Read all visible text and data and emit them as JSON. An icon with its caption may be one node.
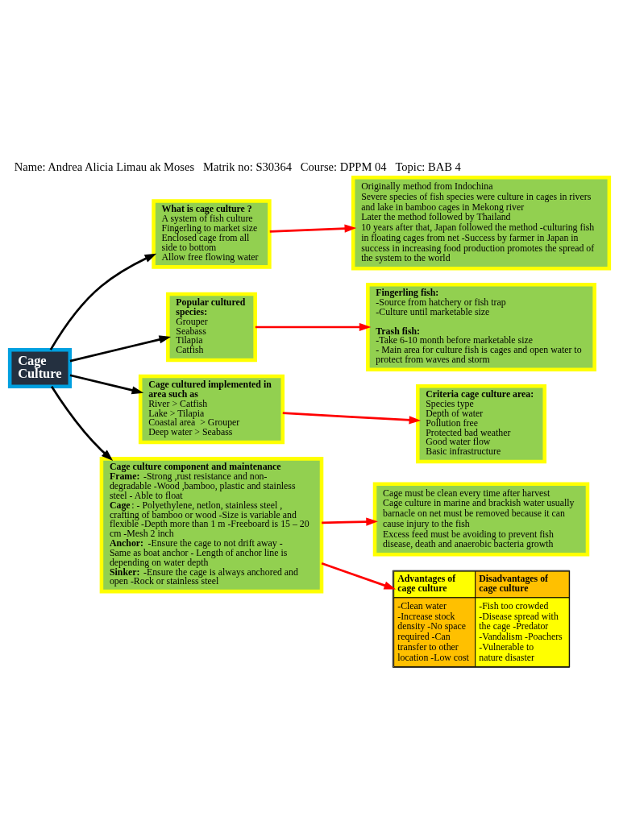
{
  "diagram": {
    "title": "Name: Andrea Alicia Limau ak Moses   Matrik no: S30364   Course: DPPM 04   Topic: BAB 4",
    "nodes": [
      {
        "text": [
          "Cage Culture"
        ]
      },
      {
        "text": [
          "What is cage culture ?",
          "A system of fish culture",
          "Fingerling to market size",
          "Enclosed cage from all side to bottom",
          "Allow free flowing water"
        ]
      },
      {
        "text": [
          "Originally method from Indochina",
          "Severe species of fish species were culture in cages in rivers and lake in bamboo cages in Mekong river",
          "Later the method followed by Thailand",
          "10 years after that, Japan followed the method -culturing fish in floating cages from net -Success by farmer in Japan in success in increasing food production promotes the spread of the system to the world"
        ]
      },
      {
        "text": [
          "Popular cultured species:",
          "Grouper",
          "Seabass",
          "Tilapia",
          "Catfish"
        ]
      },
      {
        "text": [
          "Fingerling fish:",
          "-Source from hatchery or fish trap",
          "-Culture until marketable size",
          "Trash fish:",
          "-Take 6-10 month before marketable size",
          "- Main area for culture fish is cages and open water to protect from waves and storm"
        ]
      },
      {
        "text": [
          "Cage cultured implemented in area such as",
          "River > Catfish",
          "Lake > Tilapia",
          "Coastal area  > Grouper",
          "Deep water > Seabass"
        ]
      },
      {
        "text": [
          "Criteria cage culture area:",
          "Species type",
          "Depth of water",
          "Pollution free",
          "Protected bad weather",
          "Good water flow",
          "Basic infrastructure"
        ]
      },
      {
        "text": [
          "Cage culture component and maintenance",
          "**Frame:** -Strong ,rust resistance and non-degradable -Wood ,bamboo, plastic and stainless steel - Able to float",
          "**Cage**: - Polyethylene, netlon, stainless steel , crafting of bamboo or wood -Size is variable and flexible -Depth more than 1 m -Freeboard is 15 – 20 cm -Mesh 2 inch",
          "**Anchor:** -Ensure the cage to not drift away - Same as boat anchor - Length of anchor line is depending on water depth",
          "**Sinker:** -Ensure the cage is always anchored and open -Rock or stainless steel"
        ]
      },
      {
        "text": [
          "Cage must be clean every time after harvest",
          "Cage culture in marine and brackish water usually barnacle on net must be removed because it can cause injury to the fish",
          "Excess feed must be avoiding to prevent fish disease, death and anaerobic bacteria growth"
        ]
      },
      {
        "text": [
          "Advantages of cage culture",
          "Disadvantages of cage culture",
          "-Clean water -Increase stock density -No space required -Can transfer to other location -Low cost",
          "-Fish too crowded -Disease spread with the cage -Predator -Vandalism -Poachers -Vulnerable to nature disaster"
        ]
      }
    ],
    "edges": [
      {
        "from": 0,
        "to": 1,
        "arrow": "to",
        "color": "#000000"
      },
      {
        "from": 1,
        "to": 2,
        "arrow": "to",
        "color": "#ff0000"
      },
      {
        "from": 0,
        "to": 3,
        "arrow": "to",
        "color": "#000000"
      },
      {
        "from": 3,
        "to": 4,
        "arrow": "to",
        "color": "#ff0000"
      },
      {
        "from": 0,
        "to": 5,
        "arrow": "to",
        "color": "#000000"
      },
      {
        "from": 5,
        "to": 6,
        "arrow": "to",
        "color": "#ff0000"
      },
      {
        "from": 0,
        "to": 7,
        "arrow": "to",
        "color": "#000000"
      },
      {
        "from": 7,
        "to": 8,
        "arrow": "to",
        "color": "#ff0000"
      },
      {
        "from": 7,
        "to": 9,
        "arrow": "to",
        "color": "#ff0000"
      }
    ]
  }
}
